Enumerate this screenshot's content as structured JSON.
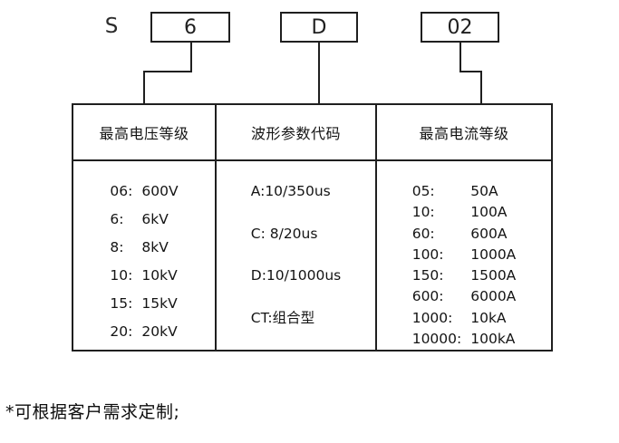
{
  "model_code": {
    "prefix": "S",
    "segments": [
      {
        "value": "6"
      },
      {
        "value": "D"
      },
      {
        "value": "02"
      }
    ]
  },
  "table": {
    "columns": [
      {
        "header": "最高电压等级",
        "entries": [
          {
            "code": "06:",
            "value": "600V"
          },
          {
            "code": "6:",
            "value": "6kV"
          },
          {
            "code": "8:",
            "value": "8kV"
          },
          {
            "code": "10:",
            "value": "10kV"
          },
          {
            "code": "15:",
            "value": "15kV"
          },
          {
            "code": "20:",
            "value": "20kV"
          }
        ]
      },
      {
        "header": "波形参数代码",
        "entries": [
          {
            "code": "A:10/350us",
            "value": ""
          },
          {
            "code": "C: 8/20us",
            "value": ""
          },
          {
            "code": "D:10/1000us",
            "value": ""
          },
          {
            "code": "CT:组合型",
            "value": ""
          }
        ]
      },
      {
        "header": "最高电流等级",
        "entries": [
          {
            "code": "05:",
            "value": "50A"
          },
          {
            "code": "10:",
            "value": "100A"
          },
          {
            "code": "60:",
            "value": "600A"
          },
          {
            "code": "100:",
            "value": "1000A"
          },
          {
            "code": "150:",
            "value": "1500A"
          },
          {
            "code": "600:",
            "value": "6000A"
          },
          {
            "code": "1000:",
            "value": "10kA"
          },
          {
            "code": "10000:",
            "value": "100kA"
          }
        ]
      }
    ]
  },
  "footnote": "*可根据客户需求定制;",
  "colors": {
    "line": "#1f1f1f",
    "text": "#141414",
    "background": "#ffffff"
  }
}
